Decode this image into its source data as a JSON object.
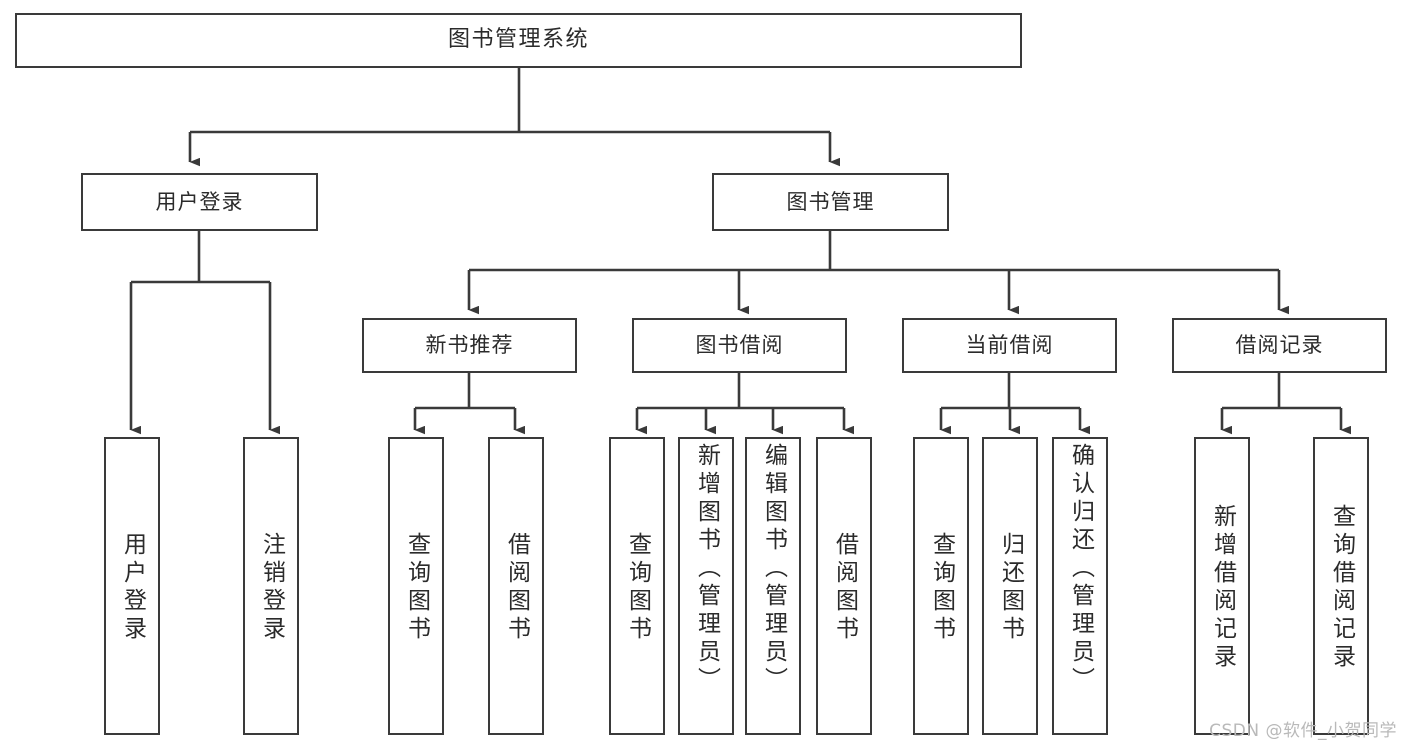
{
  "diagram": {
    "title": "图书管理系统",
    "type": "tree",
    "orientation": "top-down",
    "colors": {
      "box_border": "#3a3a3a",
      "box_fill": "#ffffff",
      "edge": "#3a3a3a",
      "text": "#2b2b2b",
      "watermark": "#b9b9b9",
      "background": "#ffffff"
    },
    "root": {
      "label": "图书管理系统"
    },
    "level1": [
      {
        "label": "用户登录"
      },
      {
        "label": "图书管理"
      }
    ],
    "level2": [
      {
        "label": "新书推荐"
      },
      {
        "label": "图书借阅"
      },
      {
        "label": "当前借阅"
      },
      {
        "label": "借阅记录"
      }
    ],
    "leaves": {
      "user_login": [
        {
          "label": "用户登录"
        },
        {
          "label": "注销登录"
        }
      ],
      "new_book": [
        {
          "label": "查询图书"
        },
        {
          "label": "借阅图书"
        }
      ],
      "book_borrow": [
        {
          "label": "查询图书"
        },
        {
          "label": "新增图书（管理员）"
        },
        {
          "label": "编辑图书（管理员）"
        },
        {
          "label": "借阅图书"
        }
      ],
      "current_borrow": [
        {
          "label": "查询图书"
        },
        {
          "label": "归还图书"
        },
        {
          "label": "确认归还（管理员）"
        }
      ],
      "borrow_record": [
        {
          "label": "新增借阅记录"
        },
        {
          "label": "查询借阅记录"
        }
      ]
    }
  },
  "watermark": {
    "text": "CSDN @软件_小贺同学"
  }
}
